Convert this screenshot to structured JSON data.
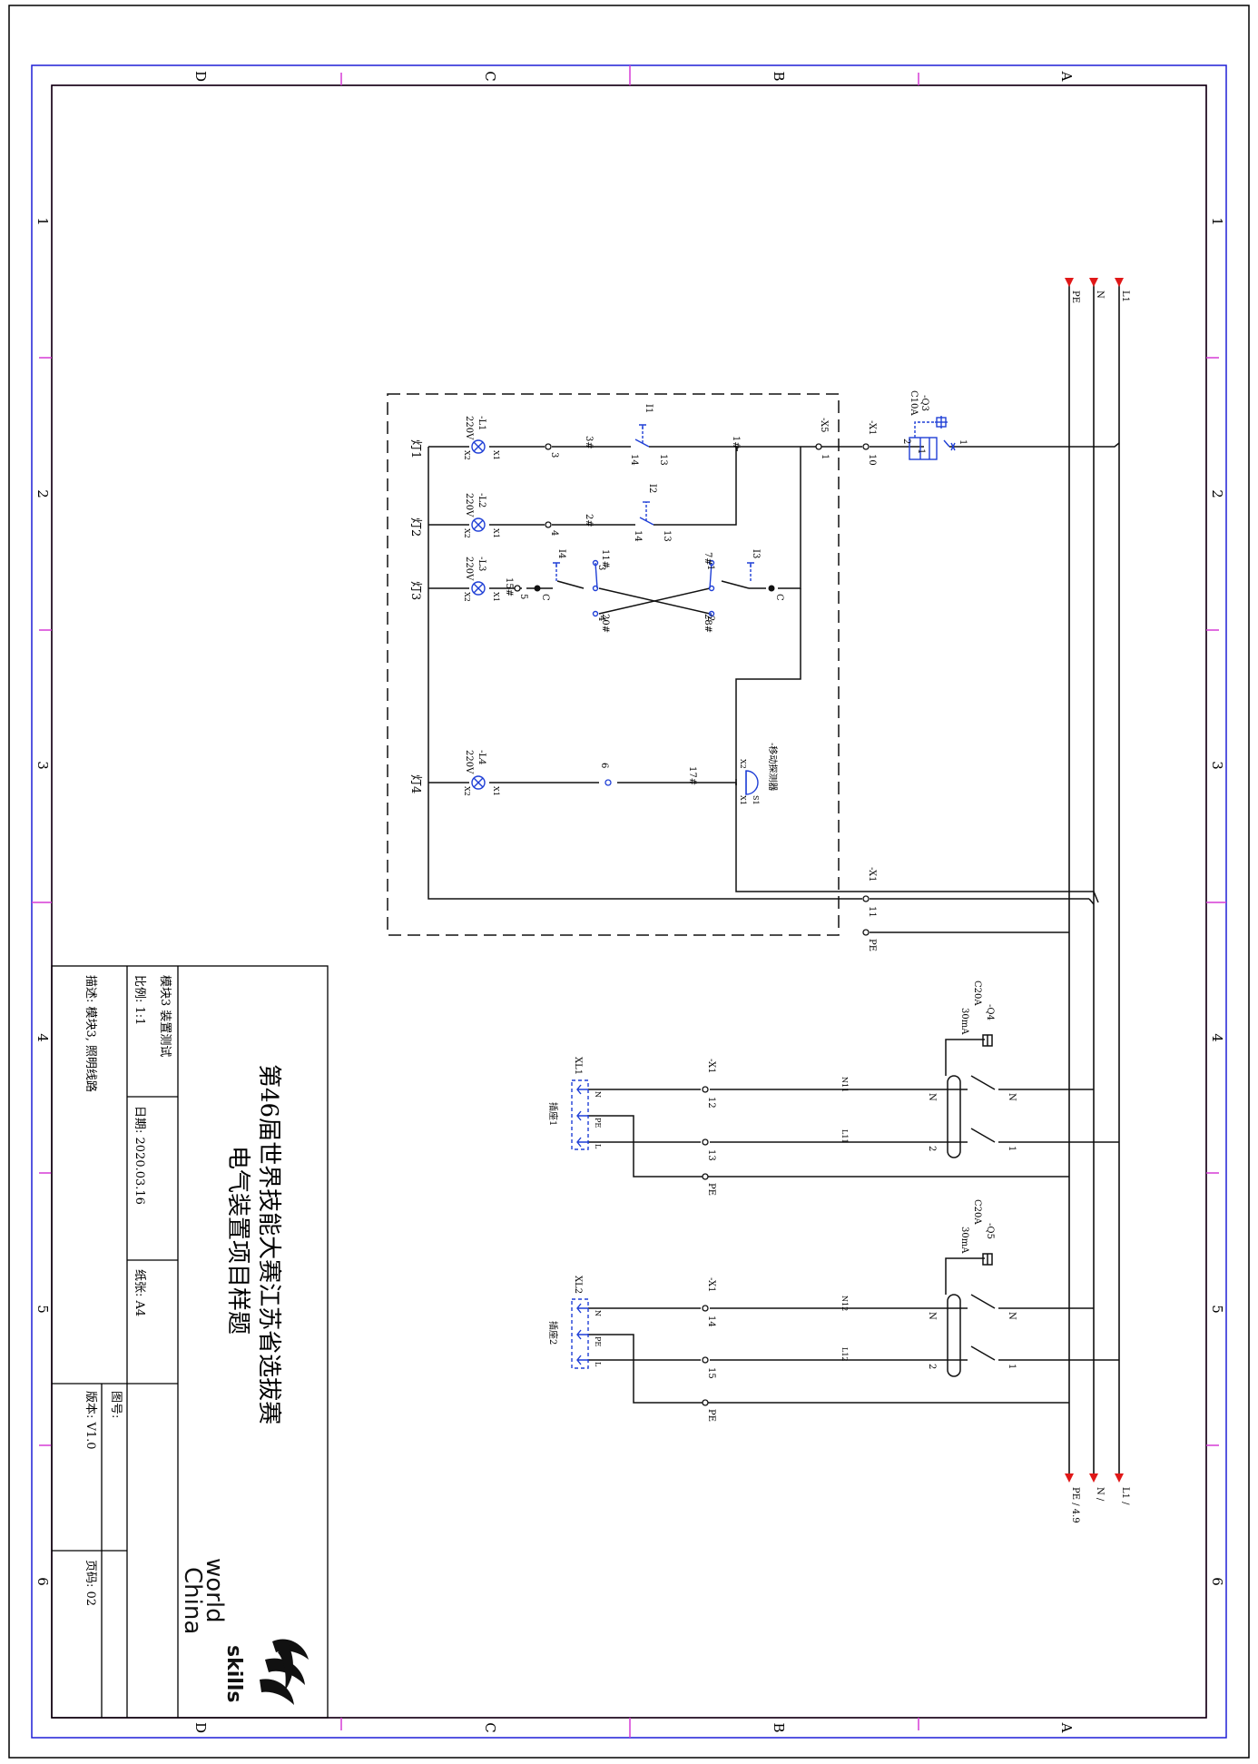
{
  "colors": {
    "frame_outer": "#000000",
    "frame_blue": "#1f1fd6",
    "frame_magenta": "#d63ad6",
    "wire": "#111111",
    "device_blue": "#1f3fd6",
    "arrow_red": "#e01818",
    "faint_green": "#9ad08a"
  },
  "zone_letters": {
    "top": [
      "D",
      "C",
      "B",
      "A"
    ],
    "bottom": [
      "D",
      "C",
      "B",
      "A"
    ]
  },
  "zone_numbers": {
    "left": [
      "1",
      "2",
      "3",
      "4",
      "5",
      "6"
    ],
    "right": [
      "1",
      "2",
      "3",
      "4",
      "5",
      "6"
    ]
  },
  "busbars": {
    "top": {
      "l1": "L1",
      "n": "N",
      "pe": "PE"
    },
    "bottom": {
      "l1": "L1 /",
      "n": "N /",
      "pe": "PE / 4.9"
    }
  },
  "breaker_q3": {
    "tag": "-Q3",
    "rating": "C10A",
    "pin_in": "1",
    "pin_out_a": "2",
    "pin_out_b": "1"
  },
  "terminals_x1_top": {
    "tag": "-X1",
    "pin10": "10",
    "pin11": "11",
    "pinpe": "PE"
  },
  "terminal_x5": {
    "tag": "-X5",
    "pin": "1"
  },
  "switches": {
    "i1": {
      "tag": "I1",
      "in": "13",
      "out": "14"
    },
    "i2": {
      "tag": "I2",
      "in": "13",
      "out": "14"
    },
    "i3": {
      "tag": "I3",
      "c": "C",
      "a": "1",
      "b": "2"
    },
    "i4": {
      "tag": "I4",
      "c": "C",
      "a": "3",
      "b": "4"
    }
  },
  "wire_numbers": {
    "w1": "1#",
    "w2": "2#",
    "w3": "3#",
    "w7": "7#",
    "w11": "11#",
    "w15": "15#",
    "w17": "17#",
    "w20": "20#",
    "w28": "28#"
  },
  "nodes": {
    "n3": "3",
    "n4": "4",
    "n5": "5",
    "n6": "6"
  },
  "lamps": [
    {
      "tag": "-L1",
      "volt": "220V",
      "name": "灯1",
      "x1": "X1",
      "x2": "X2"
    },
    {
      "tag": "-L2",
      "volt": "220V",
      "name": "灯2",
      "x1": "X1",
      "x2": "X2"
    },
    {
      "tag": "-L3",
      "volt": "220V",
      "name": "灯3",
      "x1": "X1",
      "x2": "X2"
    },
    {
      "tag": "-L4",
      "volt": "220V",
      "name": "灯4",
      "x1": "X1",
      "x2": "X2"
    }
  ],
  "motion_sensor": {
    "tag": "-移动探测器",
    "s1": "S1",
    "x1": "X1",
    "x2": "X2"
  },
  "rcbo": [
    {
      "tag": "-Q4",
      "rating": "C20A",
      "ma": "30mA",
      "n_label": "N",
      "n_in": "N",
      "p_in": "1",
      "p_out": "2"
    },
    {
      "tag": "-Q5",
      "rating": "C20A",
      "ma": "30mA",
      "n_label": "N",
      "n_in": "N",
      "p_in": "1",
      "p_out": "2"
    }
  ],
  "sockets": [
    {
      "x1tag": "-X1",
      "n_term": "12",
      "l_term": "13",
      "pe_term": "PE",
      "wire_n": "N11",
      "wire_l": "L11",
      "tag": "XL1",
      "name": "插座1",
      "pin_n": "N",
      "pin_pe": "PE",
      "pin_l": "L"
    },
    {
      "x1tag": "-X1",
      "n_term": "14",
      "l_term": "15",
      "pe_term": "PE",
      "wire_n": "N12",
      "wire_l": "L12",
      "tag": "XL2",
      "name": "插座2",
      "pin_n": "N",
      "pin_pe": "PE",
      "pin_l": "L"
    }
  ],
  "title_block": {
    "title1": "第46届世界技能大赛江苏省选拔赛",
    "title2": "电气装置项目样题",
    "module": "模块3 装置测试",
    "scale": "比例: 1:1",
    "date": "日期: 2020.03.16",
    "paper": "纸张: A4",
    "description": "描述: 模块3, 照明线路",
    "drawing_no": "图号:",
    "version": "版本: V1.0",
    "page": "页码: 02",
    "logo_bold": "skills",
    "logo_world": "world",
    "logo_country": "China"
  }
}
